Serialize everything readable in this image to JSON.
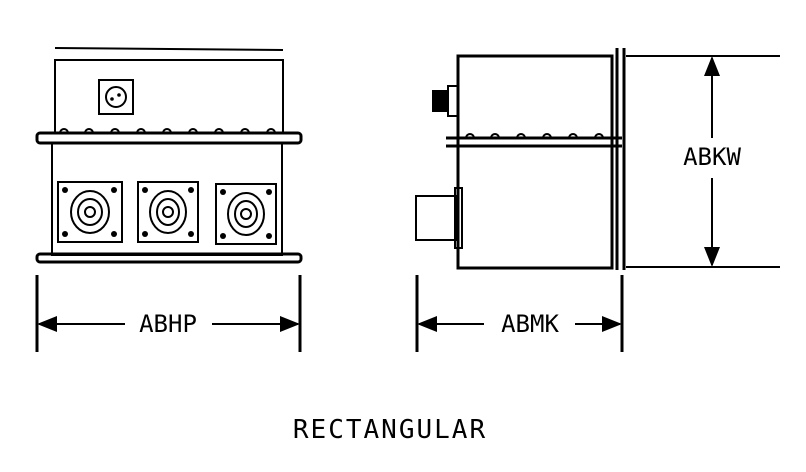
{
  "diagram": {
    "title": "RECTANGULAR",
    "dimensions": {
      "front_width": "ABHP",
      "side_depth": "ABMK",
      "height": "ABKW"
    },
    "colors": {
      "ink": "#000000",
      "background": "#ffffff"
    }
  }
}
